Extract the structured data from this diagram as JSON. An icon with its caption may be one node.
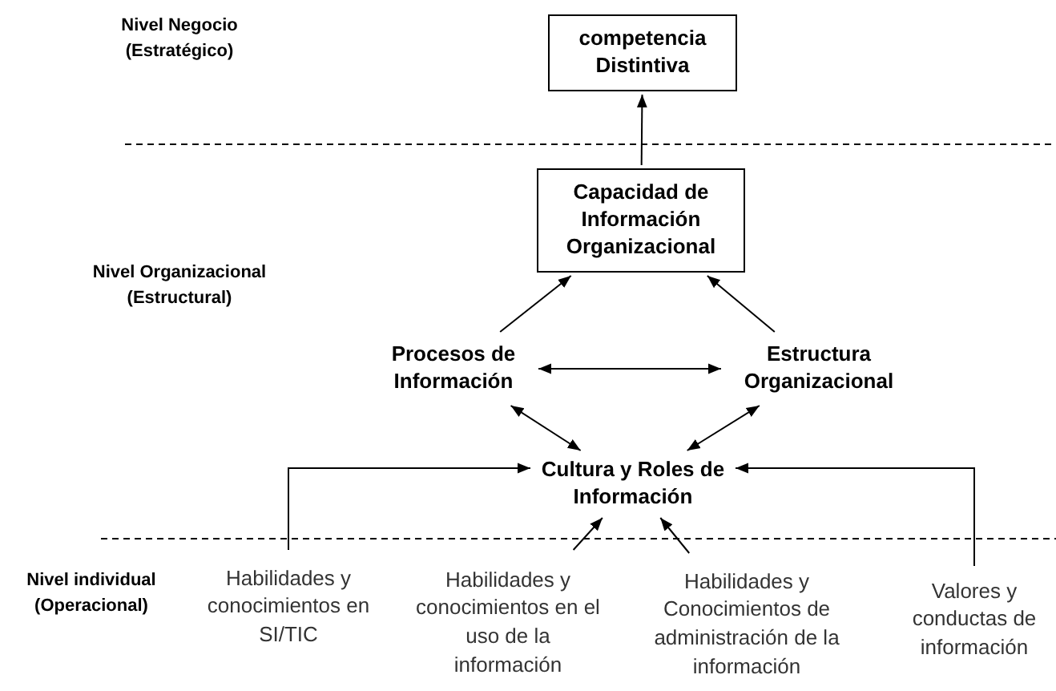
{
  "diagram": {
    "nodes": [
      {
        "text": [
          "competencia Distintiva"
        ]
      },
      {
        "text": [
          "Capacidad de Información Organizacional"
        ]
      },
      {
        "text": [
          "Procesos de Información"
        ]
      },
      {
        "text": [
          "Estructura Organizacional"
        ]
      },
      {
        "text": [
          "Cultura y Roles de Información"
        ]
      },
      {
        "text": [
          "Habilidades y conocimientos en SI/TIC"
        ]
      },
      {
        "text": [
          "Habilidades y conocimientos en el uso de la información"
        ]
      },
      {
        "text": [
          "Habilidades y Conocimientos de administración de la información"
        ]
      },
      {
        "text": [
          "Valores y conductas de información"
        ]
      }
    ],
    "edges": [
      {
        "from": 1,
        "to": 0,
        "arrow": "to"
      },
      {
        "from": 2,
        "to": 1,
        "arrow": "to"
      },
      {
        "from": 3,
        "to": 1,
        "arrow": "to"
      },
      {
        "from": 2,
        "to": 3,
        "arrow": "both"
      },
      {
        "from": 2,
        "to": 4,
        "arrow": "both"
      },
      {
        "from": 3,
        "to": 4,
        "arrow": "both"
      },
      {
        "from": 5,
        "to": 4,
        "arrow": "to"
      },
      {
        "from": 6,
        "to": 4,
        "arrow": "to"
      },
      {
        "from": 7,
        "to": 4,
        "arrow": "to"
      },
      {
        "from": 8,
        "to": 4,
        "arrow": "to"
      }
    ],
    "labels": [
      "Nivel Negocio (Estratégico)",
      "Nivel Organizacional (Estructural)",
      "Nivel individual (Operacional)"
    ]
  }
}
